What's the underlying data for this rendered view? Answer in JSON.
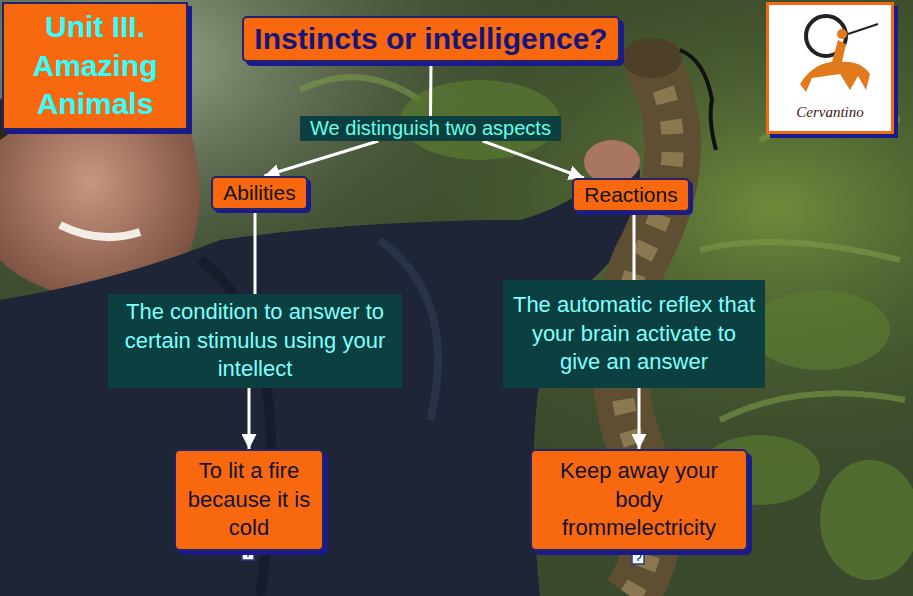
{
  "diagram": {
    "nodes": [
      {
        "text": [
          "Unit III. Amazing Animals"
        ]
      },
      {
        "text": [
          "Instincts or intelligence?"
        ]
      },
      {
        "text": [
          "Cervantino"
        ]
      },
      {
        "text": [
          "We distinguish two aspects"
        ]
      },
      {
        "text": [
          "Abilities"
        ]
      },
      {
        "text": [
          "Reactions"
        ]
      },
      {
        "text": [
          "The condition to answer to certain stimulus using your intellect"
        ]
      },
      {
        "text": [
          "The automatic reflex that your brain activate to give an answer"
        ]
      },
      {
        "text": [
          "To lit a fire because it is cold"
        ]
      },
      {
        "text": [
          "Keep away your body frommelectricity"
        ]
      }
    ],
    "edges": [
      {
        "from": 1,
        "to": 3,
        "arrow": "none"
      },
      {
        "from": 3,
        "to": 4,
        "arrow": "to"
      },
      {
        "from": 3,
        "to": 5,
        "arrow": "to"
      },
      {
        "from": 4,
        "to": 6,
        "arrow": "none"
      },
      {
        "from": 5,
        "to": 7,
        "arrow": "none"
      },
      {
        "from": 6,
        "to": 8,
        "arrow": "to"
      },
      {
        "from": 7,
        "to": 9,
        "arrow": "to"
      }
    ]
  }
}
